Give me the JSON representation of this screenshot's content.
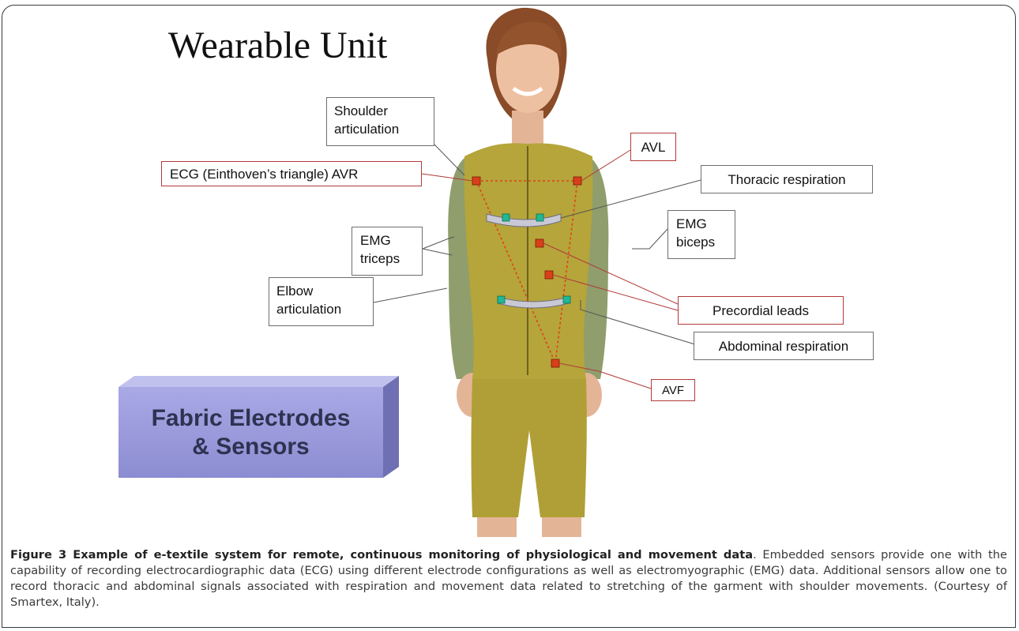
{
  "diagram": {
    "title": "Wearable Unit",
    "box_text": "Fabric Electrodes\n& Sensors",
    "labels": {
      "shoulder": "Shoulder\narticulation",
      "ecg_avr": "ECG (Einthoven’s triangle) AVR",
      "avl": "AVL",
      "thoracic": "Thoracic respiration",
      "emg_triceps": "EMG\ntriceps",
      "emg_biceps": "EMG\nbiceps",
      "elbow": "Elbow\narticulation",
      "precordial": "Precordial leads",
      "abdominal": "Abdominal respiration",
      "avf": "AVF"
    },
    "colors": {
      "garment": "#b5a53a",
      "sleeve": "#8f9e6c",
      "electrode": "#d8401a",
      "sensor_band": "#c9c9d6",
      "sensor_tip": "#21b894",
      "red_border": "#b23a3a",
      "box": "#9a9ad9"
    }
  },
  "caption": {
    "bold": "Figure 3 Example of e-textile system for remote, continuous monitoring of physiological and movement data",
    "text": ". Embedded sensors provide one with the capability of recording electrocardiographic data (ECG) using different electrode configurations as well as electromyographic (EMG) data. Additional sensors allow one to record thoracic and abdominal signals associated with respiration and movement data related to stretching of the garment with shoulder movements. (Courtesy of Smartex, Italy)."
  }
}
